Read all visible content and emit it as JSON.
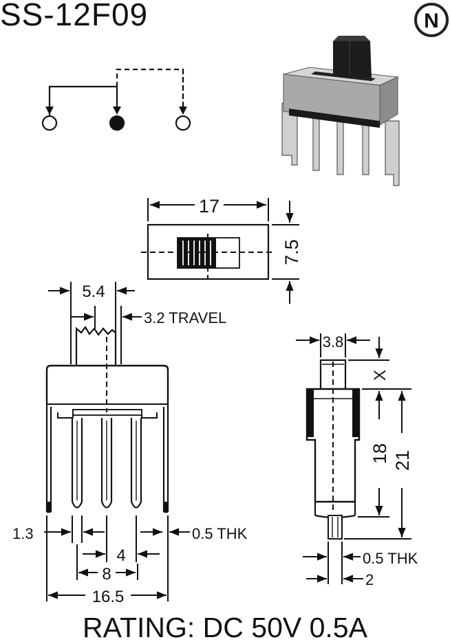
{
  "title": "SS-12F09",
  "logo_letter": "N",
  "dimensions": {
    "body_length": "17",
    "body_width": "7.5",
    "knob_width": "5.4",
    "travel": "3.2 TRAVEL",
    "side_knob": "3.8",
    "knob_height": "X",
    "height_18": "18",
    "height_21": "21",
    "pin_width": "1.3",
    "pin_thk_front": "0.5 THK",
    "pitch_4": "4",
    "span_8": "8",
    "span_16_5": "16.5",
    "pin_thk_side": "0.5 THK",
    "side_pin_2": "2"
  },
  "rating": "RATING: DC 50V 0.5A",
  "colors": {
    "ink": "#111111",
    "body_gray": "#a8a8a8",
    "body_light": "#d9d9d9",
    "pin_gray": "#c8c8c8"
  }
}
